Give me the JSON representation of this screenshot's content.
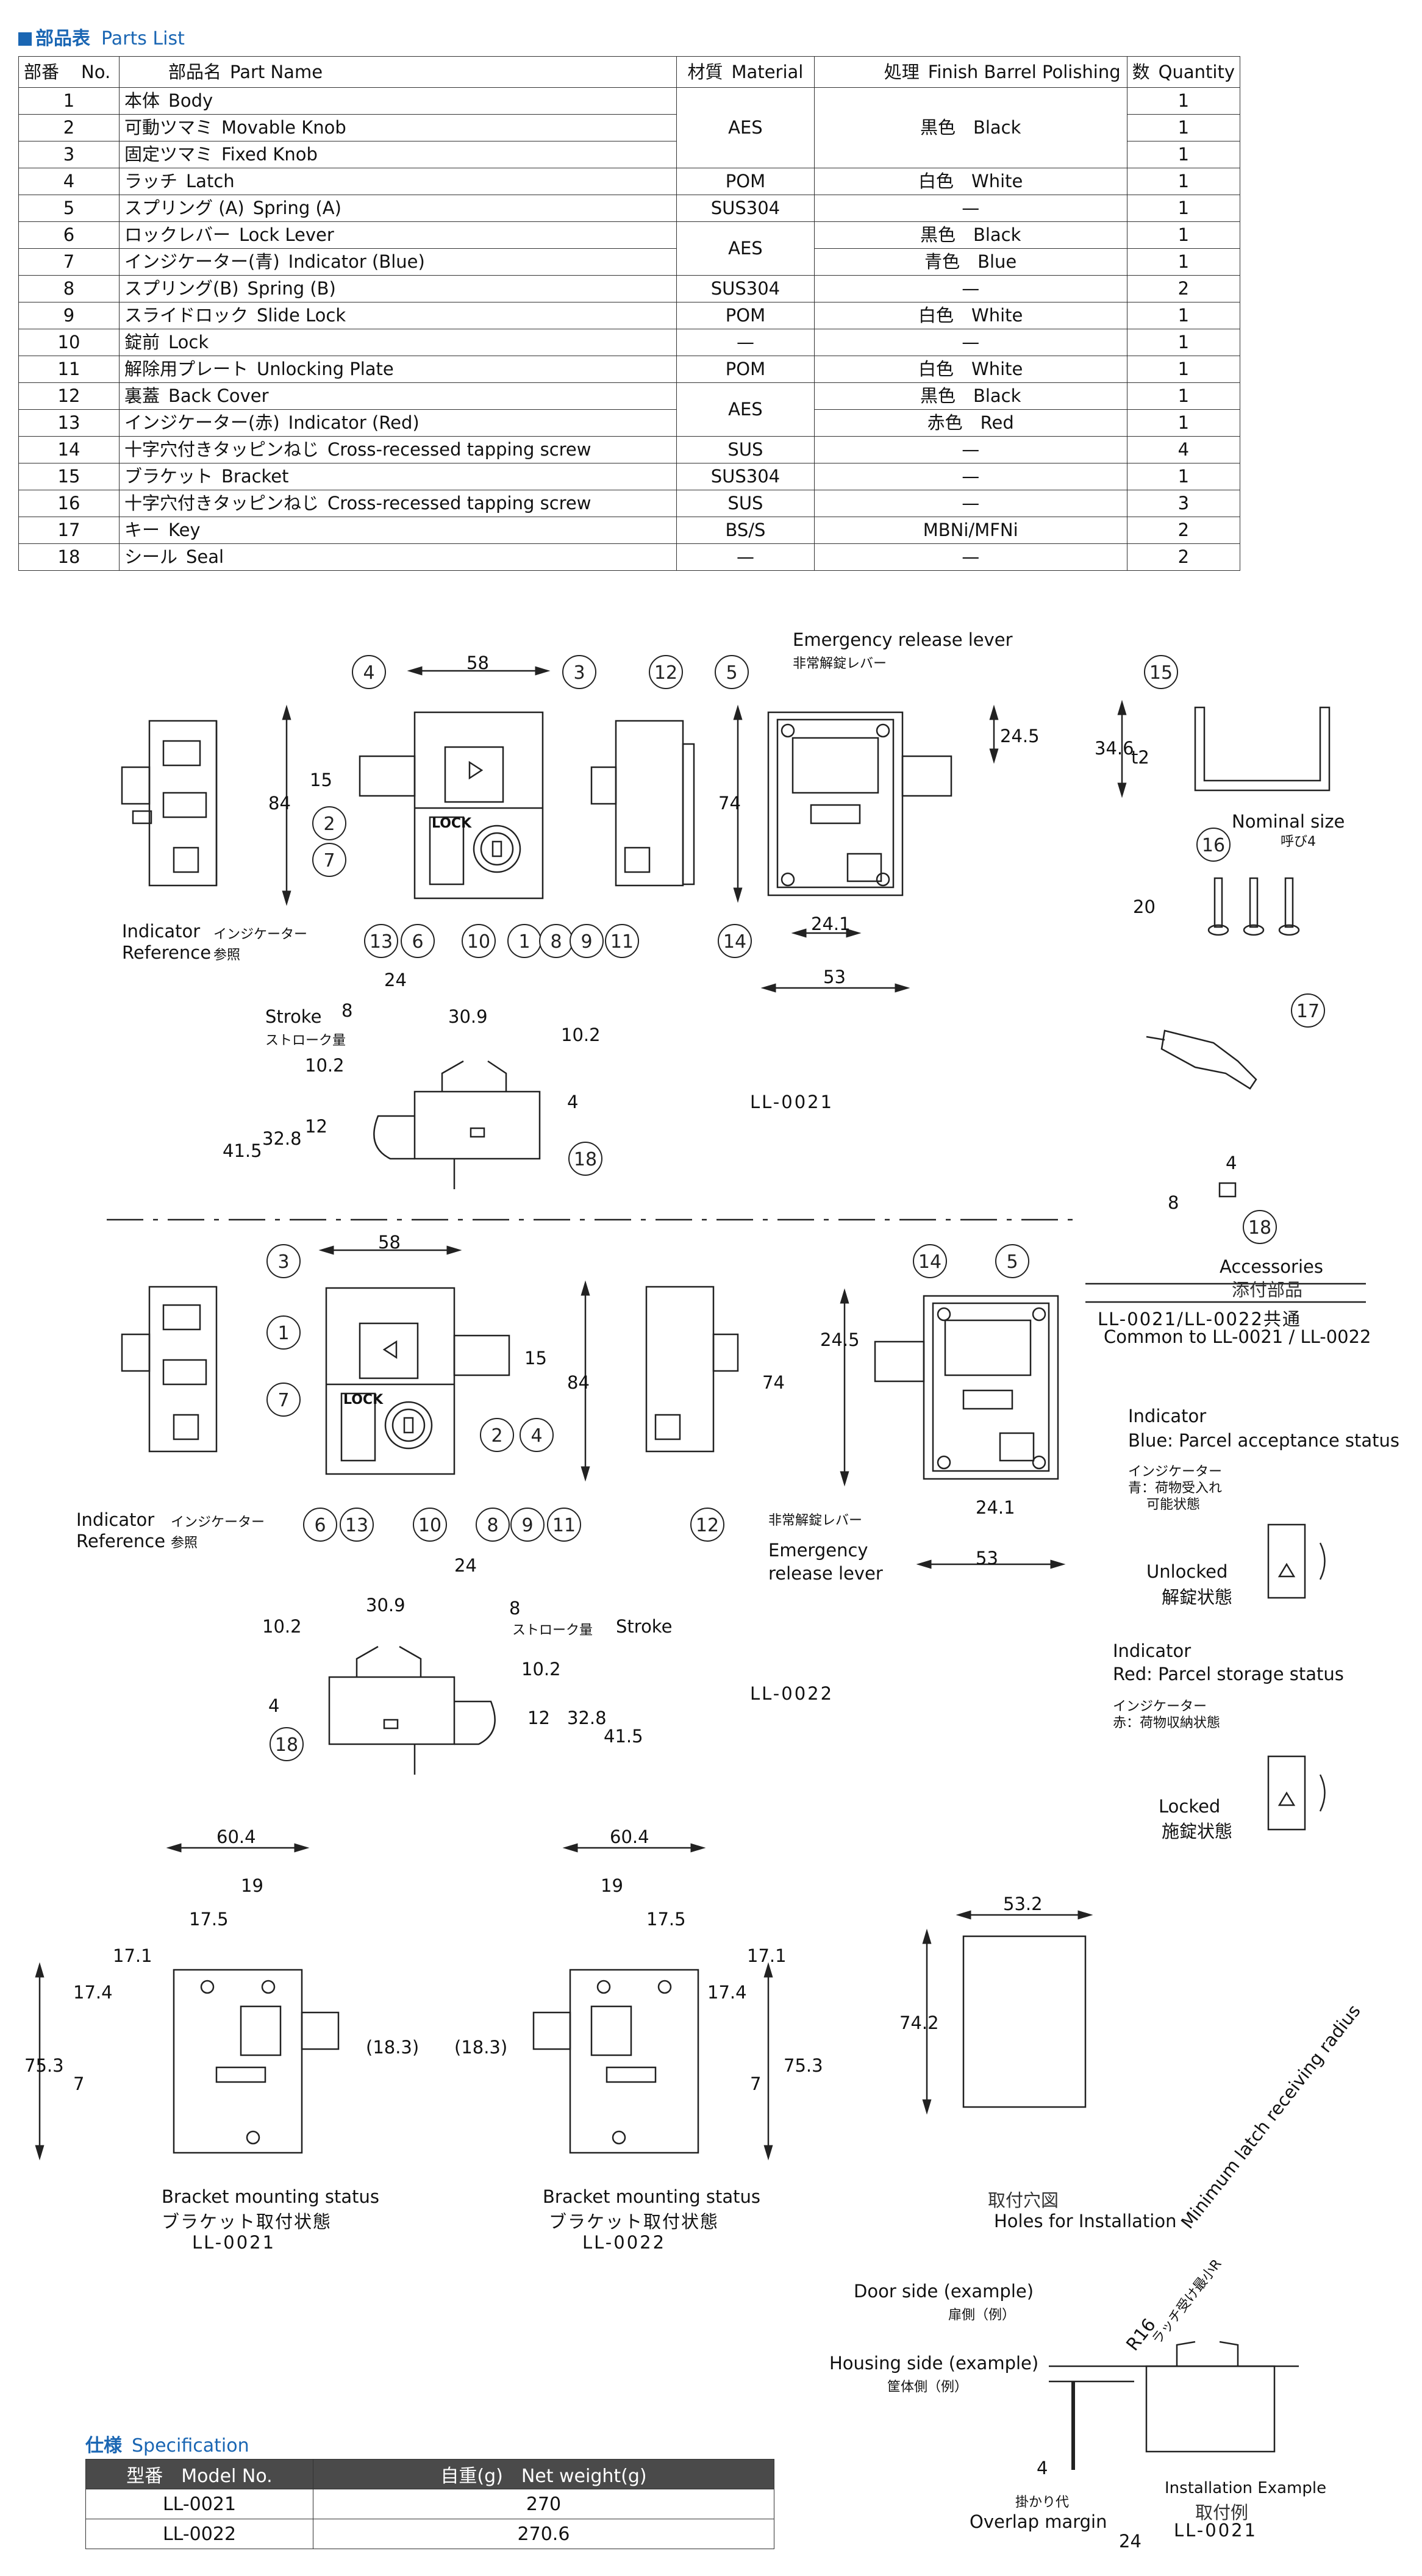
{
  "parts_title": {
    "jp": "部品表",
    "en": "Parts List"
  },
  "parts_headers": {
    "no_jp": "部番",
    "no_en": "No.",
    "name_jp": "部品名",
    "name_en": "Part Name",
    "material_jp": "材質",
    "material_en": "Material",
    "finish_jp": "処理",
    "finish_en": "Finish Barrel Polishing",
    "qty_jp": "数",
    "qty_en": "Quantity"
  },
  "parts": [
    {
      "no": "1",
      "jp": "本体",
      "en": "Body",
      "material": "AES",
      "finish": "黒色　Black",
      "qty": "1"
    },
    {
      "no": "2",
      "jp": "可動ツマミ",
      "en": "Movable Knob",
      "material": "",
      "finish": "",
      "qty": "1"
    },
    {
      "no": "3",
      "jp": "固定ツマミ",
      "en": "Fixed Knob",
      "material": "",
      "finish": "",
      "qty": "1"
    },
    {
      "no": "4",
      "jp": "ラッチ",
      "en": "Latch",
      "material": "POM",
      "finish": "白色　White",
      "qty": "1"
    },
    {
      "no": "5",
      "jp": "スプリング (A)",
      "en": "Spring (A)",
      "material": "SUS304",
      "finish": "—",
      "qty": "1"
    },
    {
      "no": "6",
      "jp": "ロックレバー",
      "en": "Lock Lever",
      "material": "AES",
      "finish": "黒色　Black",
      "qty": "1"
    },
    {
      "no": "7",
      "jp": "インジケーター(青)",
      "en": "Indicator (Blue)",
      "material": "",
      "finish": "青色　Blue",
      "qty": "1"
    },
    {
      "no": "8",
      "jp": "スプリング(B)",
      "en": "Spring (B)",
      "material": "SUS304",
      "finish": "—",
      "qty": "2"
    },
    {
      "no": "9",
      "jp": "スライドロック",
      "en": "Slide Lock",
      "material": "POM",
      "finish": "白色　White",
      "qty": "1"
    },
    {
      "no": "10",
      "jp": "錠前",
      "en": "Lock",
      "material": "—",
      "finish": "—",
      "qty": "1"
    },
    {
      "no": "11",
      "jp": "解除用プレート",
      "en": "Unlocking Plate",
      "material": "POM",
      "finish": "白色　White",
      "qty": "1"
    },
    {
      "no": "12",
      "jp": "裏蓋",
      "en": "Back Cover",
      "material": "AES",
      "finish": "黒色　Black",
      "qty": "1"
    },
    {
      "no": "13",
      "jp": "インジケーター(赤)",
      "en": "Indicator (Red)",
      "material": "",
      "finish": "赤色　Red",
      "qty": "1"
    },
    {
      "no": "14",
      "jp": "十字穴付きタッピンねじ",
      "en": "Cross-recessed tapping screw",
      "material": "SUS",
      "finish": "—",
      "qty": "4"
    },
    {
      "no": "15",
      "jp": "ブラケット",
      "en": "Bracket",
      "material": "SUS304",
      "finish": "—",
      "qty": "1"
    },
    {
      "no": "16",
      "jp": "十字穴付きタッピンねじ",
      "en": "Cross-recessed tapping screw",
      "material": "SUS",
      "finish": "—",
      "qty": "3"
    },
    {
      "no": "17",
      "jp": "キー",
      "en": "Key",
      "material": "BS/S",
      "finish": "MBNi/MFNi",
      "qty": "2"
    },
    {
      "no": "18",
      "jp": "シール",
      "en": "Seal",
      "material": "—",
      "finish": "—",
      "qty": "2"
    }
  ],
  "drawing_labels": {
    "emergency_release_en": "Emergency release lever",
    "emergency_release_jp": "非常解錠レバー",
    "indicator_reference_en1": "Indicator",
    "indicator_reference_en2": "Reference",
    "indicator_jp": "インジケーター",
    "reference_jp": "参照",
    "stroke_en": "Stroke",
    "stroke_jp": "ストローク量",
    "model_a": "LL-0021",
    "model_b": "LL-0022",
    "nominal_size_en": "Nominal size",
    "nominal_size_jp": "呼び4",
    "accessories_en": "Accessories",
    "accessories_jp": "添付部品",
    "common_jp": "LL-0021/LL-0022共通",
    "common_en": "Common to LL-0021 / LL-0022",
    "emergency_en_2a": "Emergency",
    "emergency_en_2b": "release lever",
    "indicator_blue_title": "Indicator",
    "indicator_blue_desc": "Blue: Parcel acceptance status",
    "indicator_blue_jp1": "インジケーター",
    "indicator_blue_jp2": "青：荷物受入れ",
    "indicator_blue_jp3": "可能状態",
    "unlocked_en": "Unlocked",
    "unlocked_jp": "解錠状態",
    "indicator_red_title": "Indicator",
    "indicator_red_desc": "Red: Parcel storage status",
    "indicator_red_jp1": "インジケーター",
    "indicator_red_jp2": "赤：荷物収納状態",
    "locked_en": "Locked",
    "locked_jp": "施錠状態",
    "bracket_status_en": "Bracket mounting status",
    "bracket_status_jp": "ブラケット取付状態",
    "holes_jp": "取付穴図",
    "holes_en": "Holes for Installation",
    "door_side_en": "Door side (example)",
    "door_side_jp": "扉側（例）",
    "housing_side_en": "Housing side (example)",
    "housing_side_jp": "筐体側（例）",
    "min_radius_en": "Minimum latch receiving radius",
    "min_radius_jp": "ラッチ受け最小R",
    "overlap_jp": "掛かり代",
    "overlap_en": "Overlap margin",
    "install_example_en": "Installation Example",
    "install_example_jp": "取付例",
    "lock_text": "LOCK"
  },
  "dimensions": {
    "d58": "58",
    "d84": "84",
    "d15": "15",
    "d74": "74",
    "d24_5": "24.5",
    "d24_1": "24.1",
    "d53": "53",
    "d34_6": "34.6",
    "dt2": "t2",
    "d20": "20",
    "d24": "24",
    "d8": "8",
    "d30_9": "30.9",
    "d10_2": "10.2",
    "d4": "4",
    "d12": "12",
    "d32_8": "32.8",
    "d41_5": "41.5",
    "d60_4": "60.4",
    "d19": "19",
    "d17_5": "17.5",
    "d17_1": "17.1",
    "d17_4": "17.4",
    "d75_3": "75.3",
    "d7": "7",
    "d18_3": "(18.3)",
    "d53_2": "53.2",
    "d74_2": "74.2",
    "dR16": "R16"
  },
  "spec_title": {
    "jp": "仕様",
    "en": "Specification"
  },
  "spec_headers": {
    "model_jp": "型番",
    "model_en": "Model No.",
    "weight_jp": "自重(g)",
    "weight_en": "Net weight(g)"
  },
  "spec_rows": [
    {
      "model": "LL-0021",
      "weight": "270"
    },
    {
      "model": "LL-0022",
      "weight": "270.6"
    }
  ]
}
